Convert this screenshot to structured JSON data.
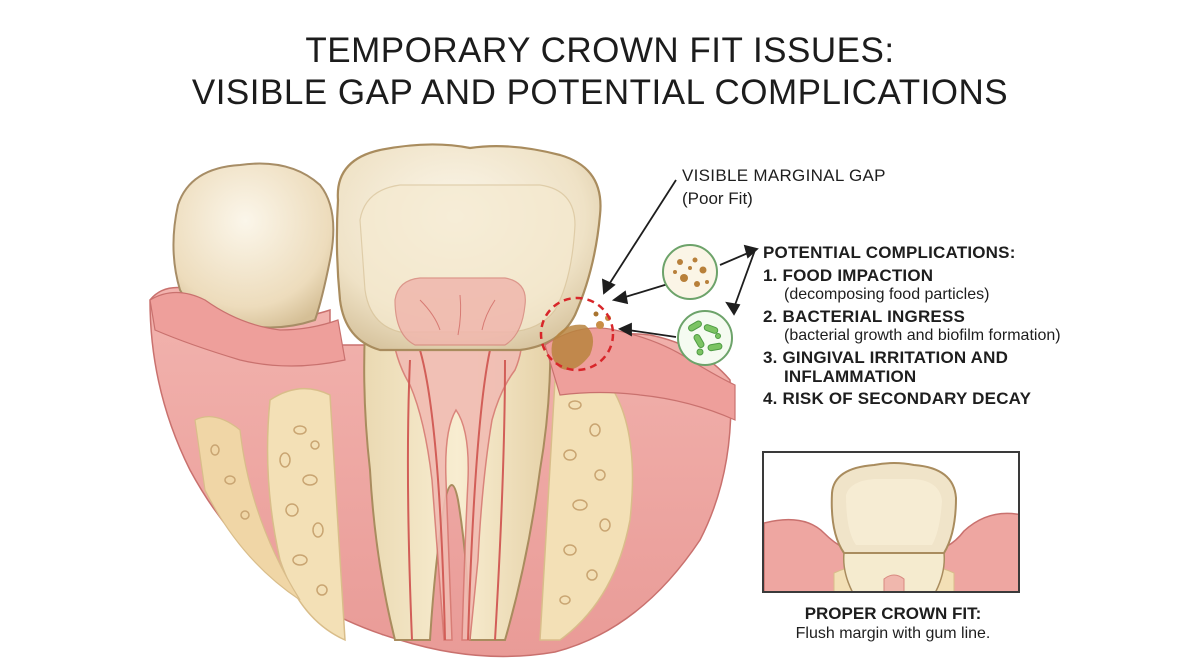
{
  "title": {
    "line1": "TEMPORARY CROWN FIT ISSUES:",
    "line2": "VISIBLE GAP AND POTENTIAL COMPLICATIONS"
  },
  "gap_callout": {
    "title": "VISIBLE MARGINAL GAP",
    "subtitle": "(Poor Fit)"
  },
  "complications": {
    "heading": "POTENTIAL COMPLICATIONS:",
    "items": [
      {
        "main": "1. FOOD IMPACTION",
        "main2": "",
        "sub": "(decomposing food particles)"
      },
      {
        "main": "2. BACTERIAL INGRESS",
        "main2": "",
        "sub": "(bacterial growth and biofilm formation)"
      },
      {
        "main": "3. GINGIVAL IRRITATION AND",
        "main2": "INFLAMMATION",
        "sub": ""
      },
      {
        "main": "4. RISK OF SECONDARY DECAY",
        "main2": "",
        "sub": ""
      }
    ]
  },
  "inset": {
    "caption_title": "PROPER CROWN FIT:",
    "caption_text": "Flush margin with gum line."
  },
  "colors": {
    "gum": "#e9a3a0",
    "gum_dark": "#d98380",
    "bone": "#f3e2bf",
    "enamel": "#efe4cf",
    "dentin": "#f4e9c8",
    "pulp": "#f0b2aa",
    "canal": "#de6f6a",
    "gap_circle": "#d8262a",
    "food": "#b8803a",
    "bacteria": "#6fbf5a"
  }
}
